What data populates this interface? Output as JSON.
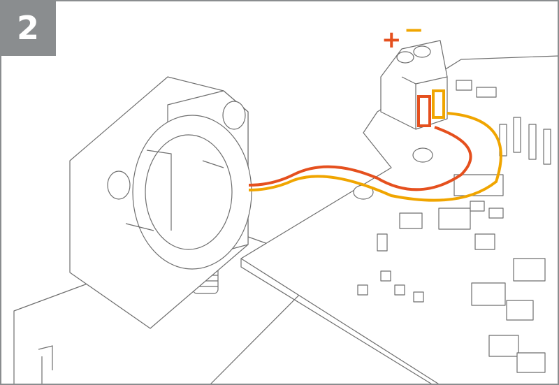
{
  "step": {
    "number": "2"
  },
  "polarity": {
    "plus": "+",
    "minus": "−"
  },
  "colors": {
    "badge": "#8a8d8f",
    "positive_wire": "#e5501e",
    "negative_wire": "#f0a500",
    "line": "#6e6e6e"
  },
  "icons": [
    "fan",
    "terminal-block",
    "circuit-board",
    "screw"
  ]
}
